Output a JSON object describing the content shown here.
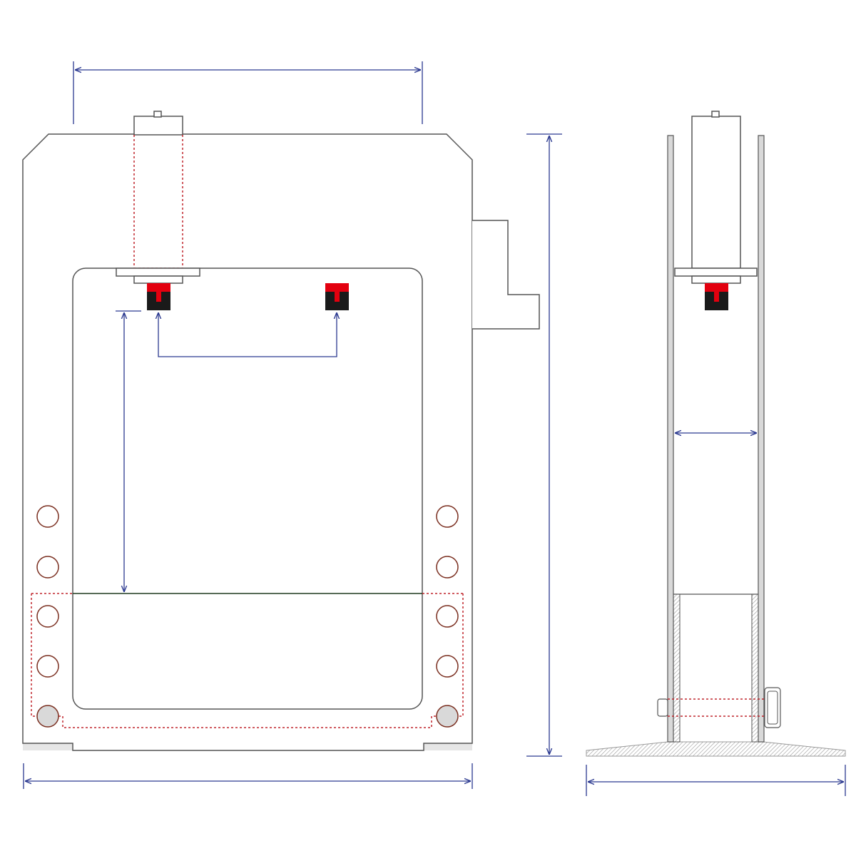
{
  "diagram": {
    "subject": "",
    "views": [
      {
        "id": "front-view"
      },
      {
        "id": "side-view"
      }
    ],
    "colors": {
      "outline": "#555555",
      "dimension": "#2b3990",
      "hidden_line": "#c1272d",
      "pin_stroke": "#7a2e1f",
      "pin_fill_bottom": "#d9d9d9",
      "ram_tool_red": "#e3000f",
      "ram_tool_black": "#1a1a1a",
      "floor_fill": "#e6e6e6",
      "bed_line": "#1f3a1f"
    },
    "front_view": {
      "pin_holes_per_side": 5,
      "ram_tools": 2
    },
    "side_view": {
      "ram_tools": 1
    },
    "dimensions": [
      {
        "id": "dim-top-width"
      },
      {
        "id": "dim-overall-height"
      },
      {
        "id": "dim-bottom-width"
      },
      {
        "id": "dim-daylight-height"
      },
      {
        "id": "dim-tool-spacing"
      },
      {
        "id": "dim-frame-depth"
      },
      {
        "id": "dim-base-width"
      }
    ]
  }
}
